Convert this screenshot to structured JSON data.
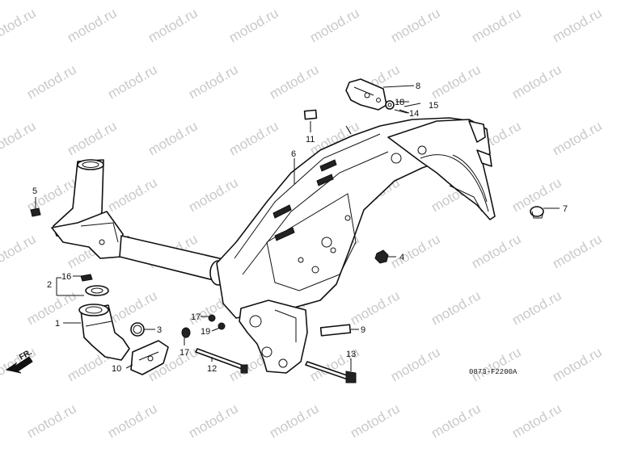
{
  "watermark": "motod.ru",
  "diagram_code": "0873-F2200A",
  "front_marker": "FR.",
  "callouts": {
    "c1": "1",
    "c2": "2",
    "c3": "3",
    "c4": "4",
    "c5": "5",
    "c6": "6",
    "c7": "7",
    "c8": "8",
    "c9": "9",
    "c10": "10",
    "c11": "11",
    "c12": "12",
    "c13": "13",
    "c14": "14",
    "c15": "15",
    "c16": "16",
    "c17a": "17",
    "c17b": "17",
    "c18": "18",
    "c19": "19"
  }
}
